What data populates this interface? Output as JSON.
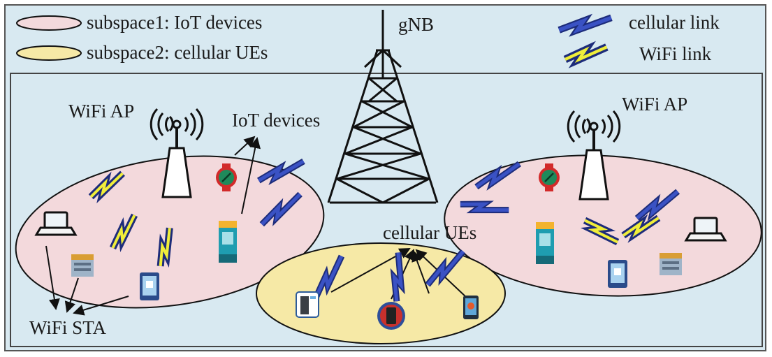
{
  "legend": {
    "subspace1": "subspace1: IoT devices",
    "subspace2": "subspace2: cellular UEs",
    "cellular_link": "cellular link",
    "wifi_link": "WiFi link"
  },
  "labels": {
    "gnb": "gNB",
    "wifi_ap_left": "WiFi AP",
    "wifi_ap_right": "WiFi AP",
    "iot_devices": "IoT devices",
    "cellular_ues": "cellular UEs",
    "wifi_sta": "WiFi STA"
  },
  "colors": {
    "background": "#d8e9f1",
    "subspace1_fill": "#f3d9dc",
    "subspace2_fill": "#f6e9a6",
    "cellular_link": "#2c3fa6",
    "wifi_link": "#e8e832"
  }
}
